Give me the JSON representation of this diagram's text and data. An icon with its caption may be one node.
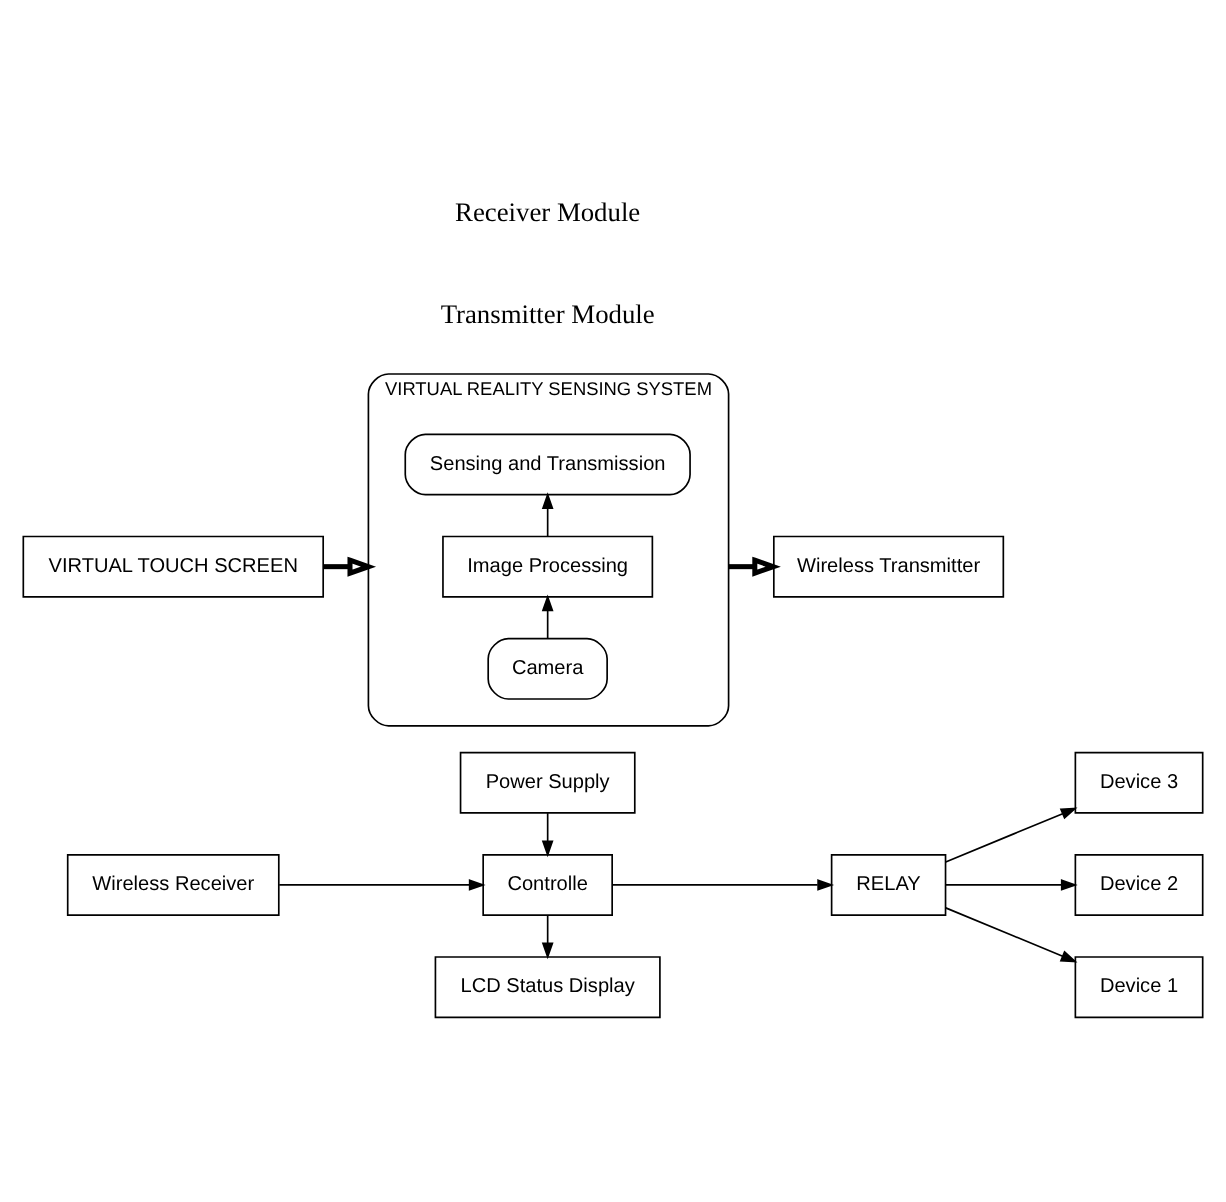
{
  "diagram": {
    "nodes": [
      {
        "text": [
          "VIRTUAL TOUCH SCREEN"
        ]
      },
      {
        "text": [
          "VIRTUAL REALITY SENSING SYSTEM"
        ]
      },
      {
        "text": [
          "Camera"
        ],
        "in": 1
      },
      {
        "text": [
          "Image Processing"
        ],
        "in": 1
      },
      {
        "text": [
          "Sensing and Transmission"
        ],
        "in": 1
      },
      {
        "text": [
          "Wireless Transmitter"
        ]
      },
      {
        "text": [
          "Wireless Receiver"
        ]
      },
      {
        "text": [
          "LCD Status Display"
        ]
      },
      {
        "text": [
          "Controlle"
        ]
      },
      {
        "text": [
          "Power Supply"
        ]
      },
      {
        "text": [
          "RELAY"
        ]
      },
      {
        "text": [
          "Device 1"
        ]
      },
      {
        "text": [
          "Device 2"
        ]
      },
      {
        "text": [
          "Device 3"
        ]
      }
    ],
    "edges": [
      {
        "from": 0,
        "to": 1,
        "arrow": "to",
        "style": "thick"
      },
      {
        "from": 2,
        "to": 3,
        "arrow": "to"
      },
      {
        "from": 3,
        "to": 4,
        "arrow": "to"
      },
      {
        "from": 1,
        "to": 5,
        "arrow": "to",
        "style": "thick"
      },
      {
        "from": 6,
        "to": 8,
        "arrow": "to"
      },
      {
        "from": 8,
        "to": 7,
        "arrow": "to"
      },
      {
        "from": 9,
        "to": 8,
        "arrow": "to"
      },
      {
        "from": 8,
        "to": 10,
        "arrow": "to"
      },
      {
        "from": 10,
        "to": 11,
        "arrow": "to"
      },
      {
        "from": 10,
        "to": 12,
        "arrow": "to"
      },
      {
        "from": 10,
        "to": 13,
        "arrow": "to"
      }
    ],
    "labels": [
      "Transmitter Module",
      "Receiver Module"
    ]
  }
}
